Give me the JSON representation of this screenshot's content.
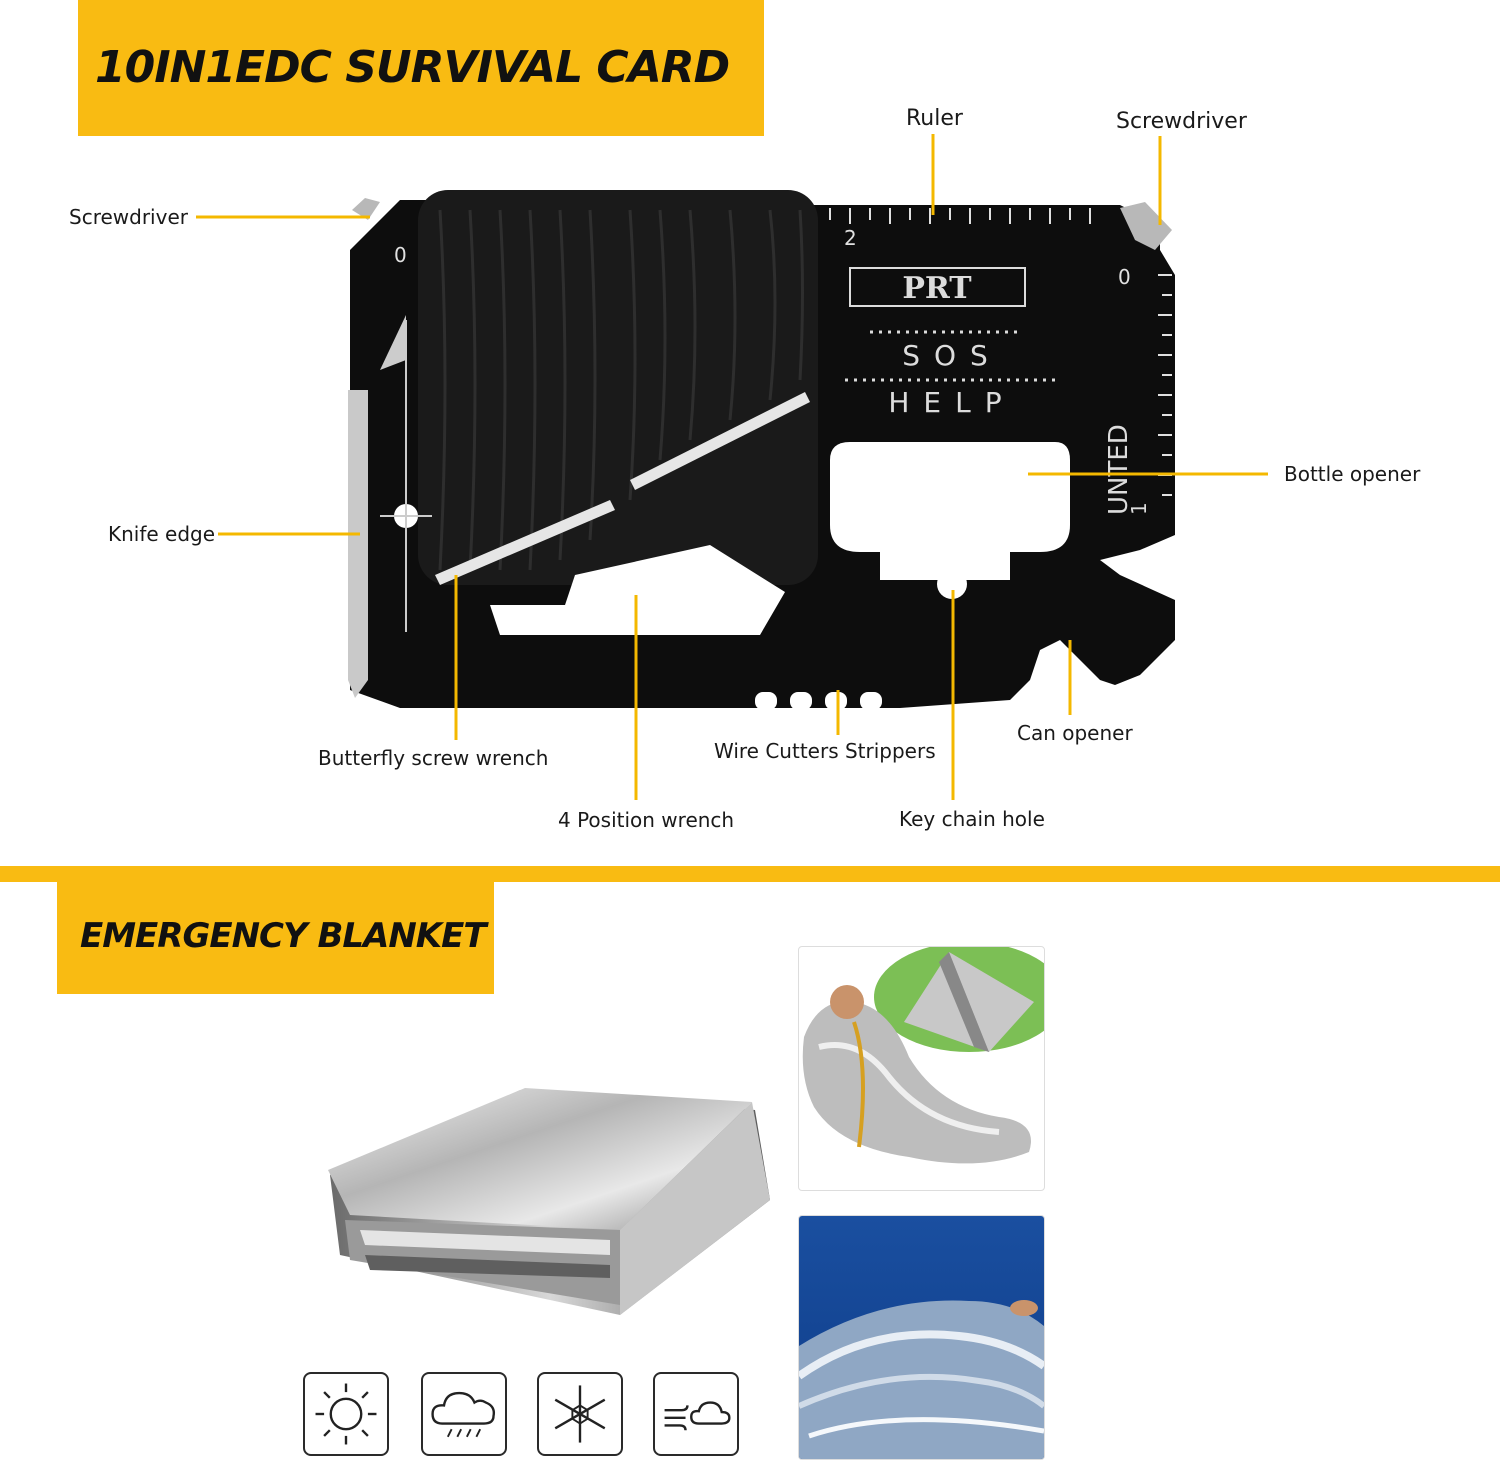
{
  "sections": {
    "survival_card_title": "10IN1EDC SURVIVAL CARD",
    "emergency_blanket_title": "EMERGENCY BLANKET"
  },
  "card": {
    "brand": "PRT",
    "sos": "SOS",
    "help": "HELP",
    "side_text": "UNTED",
    "ruler_marks": [
      "2",
      "0",
      "0",
      "1"
    ]
  },
  "callouts": {
    "screwdriver_left": "Screwdriver",
    "knife_edge": "Knife edge",
    "butterfly": "Butterfly screw wrench",
    "four_position": "4 Position wrench",
    "wire_cutters": "Wire Cutters Strippers",
    "key_chain": "Key chain hole",
    "can_opener": "Can opener",
    "bottle_opener": "Bottle opener",
    "ruler": "Ruler",
    "screwdriver_right": "Screwdriver"
  },
  "icons": [
    "sun-icon",
    "rain-cloud-icon",
    "snowflake-icon",
    "wind-cloud-icon"
  ],
  "colors": {
    "accent": "#f9bb12",
    "card": "#0d0d0d"
  }
}
